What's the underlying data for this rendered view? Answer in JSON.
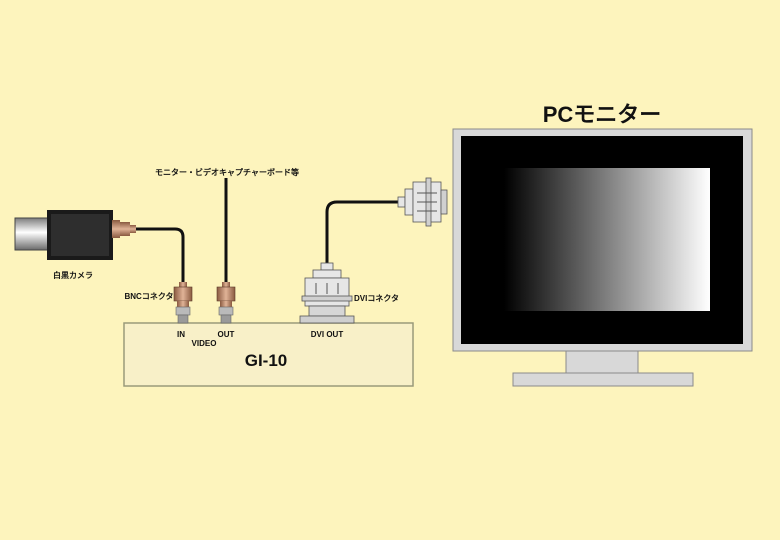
{
  "labels": {
    "monitor_title": "PCモニター",
    "capture_board": "モニター・ビデオキャプチャーボード等",
    "camera": "白黒カメラ",
    "bnc_connector": "BNCコネクタ",
    "dvi_connector": "DVIコネクタ",
    "port_in": "IN",
    "port_out": "OUT",
    "video": "VIDEO",
    "dvi_out": "DVI OUT",
    "device": "GI-10"
  },
  "colors": {
    "background": "#fdf4bd",
    "box_fill": "#f8f0c8",
    "monitor_frame": "#d8d8d8",
    "screen": "#000000",
    "bnc_copper": "#b88262",
    "dvi_plug": "#e6e6e6"
  }
}
